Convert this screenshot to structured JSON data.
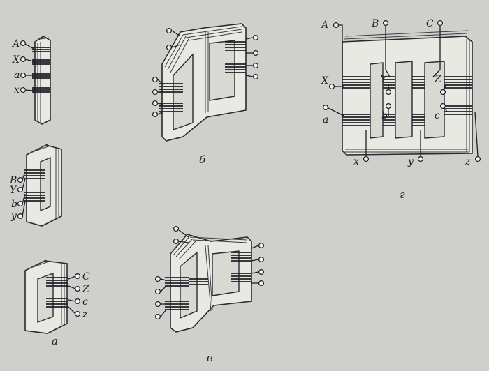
{
  "figure": {
    "background": "#cfd0cc",
    "ink": "#1f2025",
    "panels": {
      "a": {
        "caption": "а",
        "units": [
          {
            "terminals": [
              "A",
              "X",
              "a",
              "x"
            ]
          },
          {
            "terminals": [
              "B",
              "Y",
              "b",
              "y"
            ]
          },
          {
            "terminals": [
              "C",
              "Z",
              "c",
              "z"
            ]
          }
        ]
      },
      "b": {
        "caption": "б"
      },
      "v": {
        "caption": "в"
      },
      "g": {
        "caption": "г",
        "top_terminals": [
          "A",
          "B",
          "C"
        ],
        "mid_terminals": [
          "X",
          "Y",
          "Z"
        ],
        "low_terminals": [
          "a",
          "b",
          "c"
        ],
        "bottom_terminals": [
          "x",
          "y",
          "z"
        ]
      }
    }
  }
}
